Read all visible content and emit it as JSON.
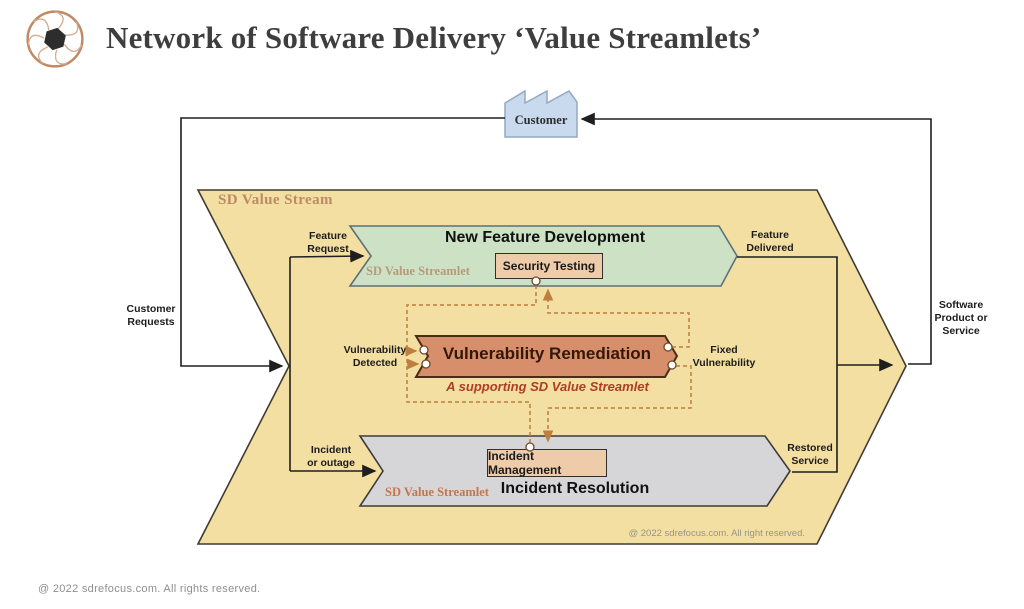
{
  "header": {
    "title": "Network of Software Delivery ‘Value Streamlets’",
    "logo": "aperture-logo"
  },
  "diagram": {
    "customer_label": "Customer",
    "value_stream_label": "SD Value Stream",
    "inner_copyright": "@ 2022 sdrefocus.com. All right reserved.",
    "feature_dev": {
      "title": "New Feature Development",
      "tag": "SD Value Streamlet",
      "box": "Security Testing"
    },
    "vuln_rem": {
      "title": "Vulnerability Remediation",
      "subtitle": "A supporting SD Value Streamlet"
    },
    "incident": {
      "title": "Incident Resolution",
      "tag": "SD Value Streamlet",
      "box": "Incident Management"
    },
    "flow_labels": {
      "customer_requests": "Customer\nRequests",
      "feature_request": "Feature\nRequest",
      "feature_delivered": "Feature\nDelivered",
      "vulnerability_detected": "Vulnerability\nDetected",
      "fixed_vulnerability": "Fixed\nVulnerability",
      "incident_or_outage": "Incident\nor outage",
      "restored_service": "Restored\nService",
      "software_product_or_service": "Software\nProduct or\nService"
    },
    "colors": {
      "value_stream_fill": "#f3dfa2",
      "feature_dev_fill": "#cde2c5",
      "vuln_rem_fill": "#d78f6b",
      "incident_fill": "#d6d6d9",
      "process_box_fill": "#eecba9",
      "customer_fill": "#c9d9ee",
      "dashed_flow": "#bf7d3f",
      "solid_flow": "#1f1f1f",
      "stream_label": "#bd8a67"
    }
  },
  "footer": {
    "copyright": "@ 2022 sdrefocus.com. All rights reserved."
  }
}
